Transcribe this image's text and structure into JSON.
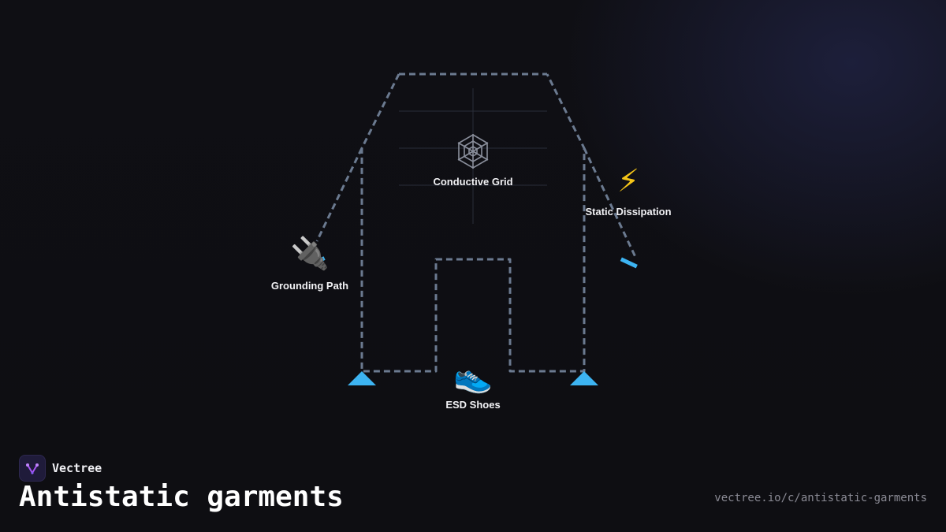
{
  "diagram": {
    "nodes": {
      "conductive_grid": {
        "label": "Conductive Grid",
        "icon": "spider-web-icon",
        "glyph": "🕸️"
      },
      "static_dissipation": {
        "label": "Static Dissipation",
        "icon": "lightning-icon",
        "glyph": "⚡"
      },
      "grounding_path": {
        "label": "Grounding Path",
        "icon": "plug-icon",
        "glyph": "🔌"
      },
      "esd_shoes": {
        "label": "ESD Shoes",
        "icon": "shoe-icon",
        "glyph": "👟"
      }
    },
    "colors": {
      "outline": "#6b7a90",
      "accent": "#3db4f2",
      "grid": "#2a2e3a"
    }
  },
  "footer": {
    "brand_name": "Vectree",
    "title": "Antistatic garments",
    "url": "vectree.io/c/antistatic-garments"
  }
}
